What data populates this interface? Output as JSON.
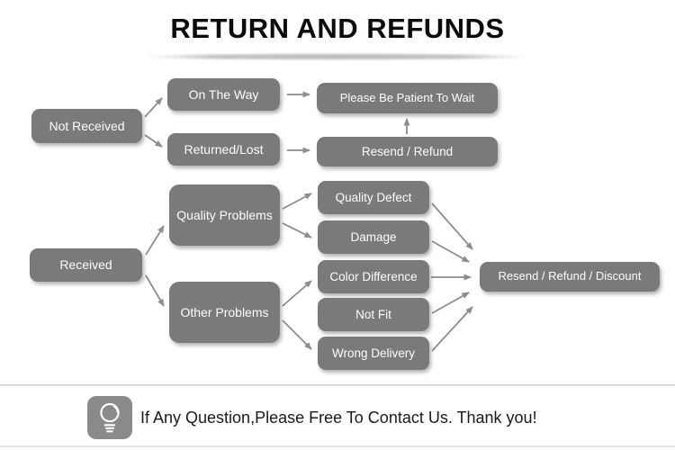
{
  "title": "RETURN AND REFUNDS",
  "nodes": {
    "not_received": "Not Received",
    "on_the_way": "On The Way",
    "returned_lost": "Returned/Lost",
    "please_wait": "Please Be Patient To Wait",
    "resend_refund": "Resend / Refund",
    "received": "Received",
    "quality_problems": "Quality Problems",
    "other_problems": "Other Problems",
    "quality_defect": "Quality Defect",
    "damage": "Damage",
    "color_difference": "Color Difference",
    "not_fit": "Not Fit",
    "wrong_delivery": "Wrong Delivery",
    "resend_refund_discount": "Resend / Refund / Discount"
  },
  "connections": [
    "Not Received -> On The Way",
    "Not Received -> Returned/Lost",
    "On The Way -> Please Be Patient To Wait",
    "Returned/Lost -> Resend / Refund",
    "Resend / Refund -> Please Be Patient To Wait",
    "Received -> Quality Problems",
    "Received -> Other Problems",
    "Quality Problems -> Quality Defect",
    "Quality Problems -> Damage",
    "Other Problems -> Color Difference",
    "Other Problems -> Wrong Delivery",
    "Quality Defect -> Resend / Refund / Discount",
    "Damage -> Resend / Refund / Discount",
    "Color Difference -> Resend / Refund / Discount",
    "Not Fit -> Resend / Refund / Discount",
    "Wrong Delivery -> Resend / Refund / Discount"
  ],
  "footer": {
    "icon": "lightbulb",
    "message": "If Any Question,Please Free To Contact Us. Thank you!"
  },
  "colors": {
    "node_fill": "#7a7a7a",
    "node_text": "#fdfdfd",
    "arrow": "#8d8d8d",
    "title_text": "#0c0c0c",
    "icon_fill": "#8a8a8a"
  }
}
